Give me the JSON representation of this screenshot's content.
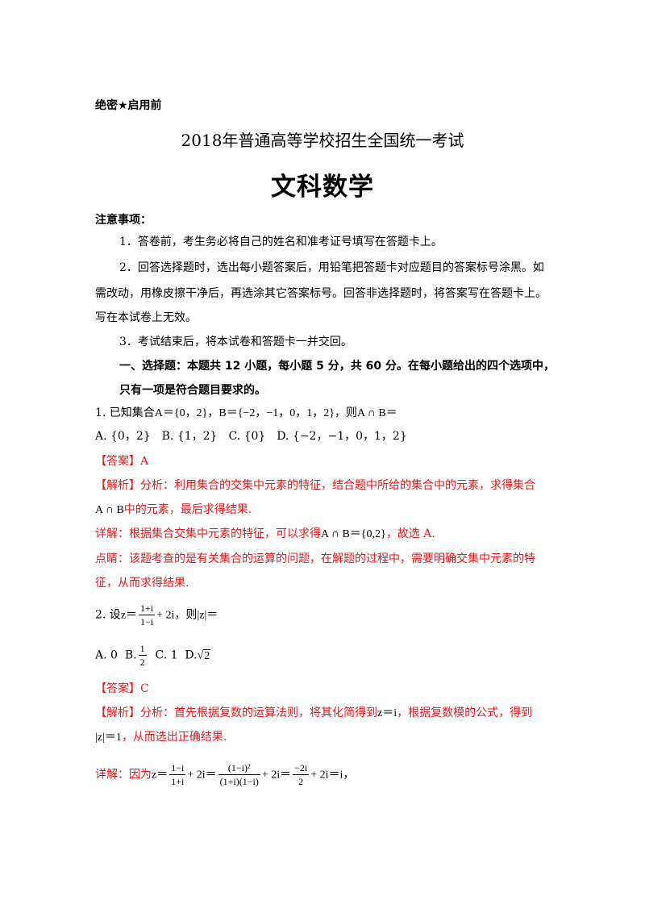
{
  "header": {
    "secret": "绝密★启用前",
    "exam_title": "2018年普通高等学校招生全国统一考试",
    "subject": "文科数学"
  },
  "notice": {
    "title": "注意事项：",
    "item1": "1．答卷前，考生务必将自己的姓名和准考证号填写在答题卡上。",
    "item2_line1": "2．回答选择题时，选出每小题答案后，用铅笔把答题卡对应题目的答案标号涂黑。如",
    "item2_line2": "需改动，用橡皮擦干净后，再选涂其它答案标号。回答非选择题时，将答案写在答题卡上。",
    "item2_line3": "写在本试卷上无效。",
    "item3": "3．考试结束后，将本试卷和答题卡一并交回。"
  },
  "section1": {
    "line1": "一、选择题：本题共 12 小题，每小题 5 分，共 60 分。在每小题给出的四个选项中，",
    "line2": "只有一项是符合题目要求的。"
  },
  "q1": {
    "stem_text": "1. 已知集合",
    "stem_math": "A＝{0，2}，B＝{−2，−1，0，1，2}，则",
    "stem_math2": "A ∩ B＝",
    "options": "A. {0，2}　B. {1，2}　C. {0}　D. {−2，−1，0，1，2}",
    "answer": "【答案】A",
    "analysis_label": "【解析】",
    "analysis_line1": "分析：利用集合的交集中元素的特征，结合题中所给的集合中的元素，求得集合",
    "analysis_line2_math": "A ∩ B",
    "analysis_line2": "中的元素，最后求得结果.",
    "detail_label": "详解：",
    "detail_text": "根据集合交集中元素的特征，可以求得",
    "detail_math": "A ∩ B＝{0,2}",
    "detail_end": "，故选 A.",
    "comment_line1": "点睛：该题考查的是有关集合的运算的问题，在解题的过程中，需要明确交集中元素的特",
    "comment_line2": "征，从而求得结果."
  },
  "q2": {
    "stem_prefix": "2. 设",
    "stem_z": "z＝",
    "frac_num": "1+i",
    "frac_den": "1−i",
    "stem_plus": "+ 2i，则",
    "stem_abs": "|z|＝",
    "opt_a": "A. 0",
    "opt_b": "B.",
    "opt_b_num": "1",
    "opt_b_den": "2",
    "opt_c": "C. 1",
    "opt_d": "D.",
    "opt_d_rad": "2",
    "answer": "【答案】C",
    "analysis_label": "【解析】",
    "analysis_line1": "分析：首先根据复数的运算法则，将其化简得到",
    "analysis_math1": "z＝i",
    "analysis_line1_end": "，根据复数模的公式，得到",
    "analysis_math2": "|z|＝1",
    "analysis_line2": "，从而选出正确结果.",
    "detail_label": "详解：因为",
    "detail_z": "z＝",
    "d_f1_num": "1−i",
    "d_f1_den": "1+i",
    "d_plus1": "+ 2i＝",
    "d_f2_num": "(1−i)²",
    "d_f2_den": "(1+i)(1−i)",
    "d_plus2": "+ 2i＝",
    "d_f3_num": "−2i",
    "d_f3_den": "2",
    "d_end": "+ 2i＝i，"
  }
}
